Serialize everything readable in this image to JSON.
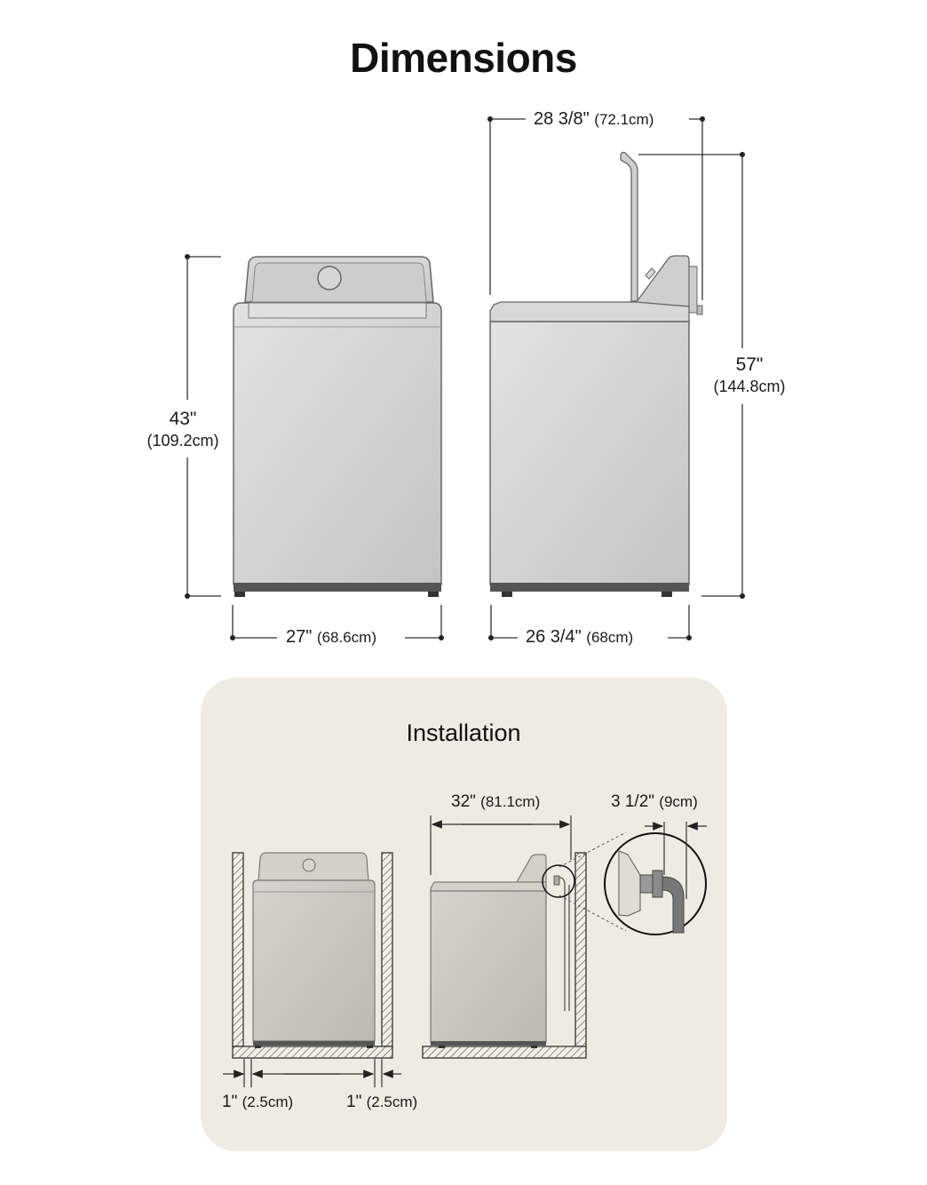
{
  "title": "Dimensions",
  "dimensions": {
    "height_front": {
      "inches": "43\"",
      "cm": "(109.2cm)"
    },
    "width_front": {
      "inches": "27\"",
      "cm": "(68.6cm)"
    },
    "depth_side": {
      "inches": "26 3/4\"",
      "cm": "(68cm)"
    },
    "depth_with_controls": {
      "inches": "28 3/8\"",
      "cm": "(72.1cm)"
    },
    "height_lid_open": {
      "inches": "57\"",
      "cm": "(144.8cm)"
    }
  },
  "installation": {
    "title": "Installation",
    "depth_clearance": {
      "inches": "32\"",
      "cm": "(81.1cm)"
    },
    "rear_clearance": {
      "inches": "3 1/2\"",
      "cm": "(9cm)"
    },
    "side_clearance_left": {
      "inches": "1\"",
      "cm": "(2.5cm)"
    },
    "side_clearance_right": {
      "inches": "1\"",
      "cm": "(2.5cm)"
    }
  },
  "colors": {
    "appliance_body": "#d4d4d4",
    "appliance_outline": "#555555",
    "panel_bg": "#efebe2",
    "line": "#333333"
  }
}
